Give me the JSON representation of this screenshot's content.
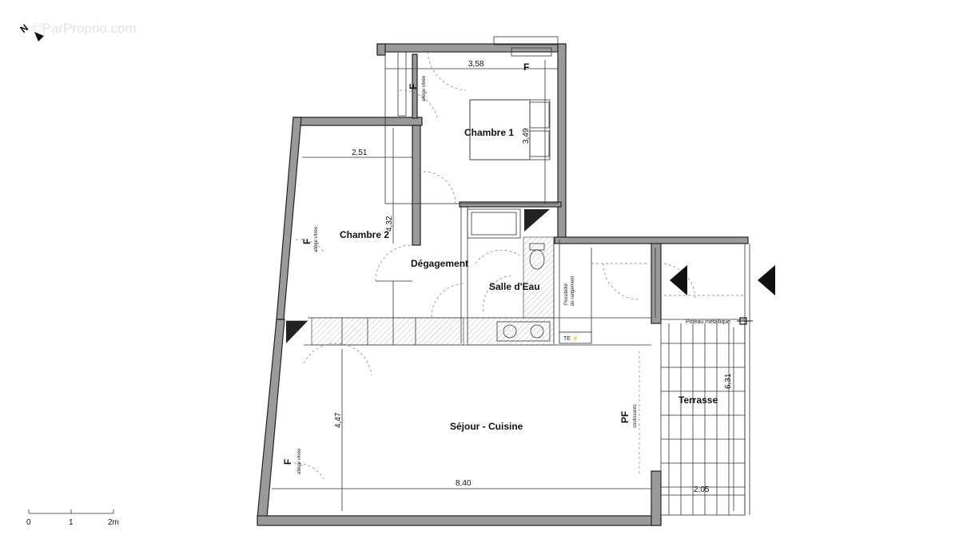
{
  "watermark": "©ParProprio.com",
  "north_label": "N",
  "rooms": {
    "chambre1": "Chambre 1",
    "chambre2": "Chambre 2",
    "degagement": "Dégagement",
    "salle_eau": "Salle d'Eau",
    "sejour": "Séjour - Cuisine",
    "terrasse": "Terrasse"
  },
  "dimensions": {
    "chambre1_width": "3,58",
    "chambre1_depth": "3,49",
    "chambre2_width": "2,51",
    "chambre2_depth": "4,32",
    "sejour_depth": "4,47",
    "sejour_width": "8,40",
    "terrasse_depth": "6,31",
    "terrasse_width": "2,05"
  },
  "annotations": {
    "window_f": "F",
    "allege_vitree": "allège vitrée",
    "rangement_line1": "Possibilité",
    "rangement_line2": "de rangement",
    "te": "TE ⚡",
    "poteau": "Poteau métallique",
    "pf": "PF",
    "coulissants": "coulissants"
  },
  "scale_bar": {
    "labels": [
      "0",
      "1",
      "2m"
    ]
  }
}
